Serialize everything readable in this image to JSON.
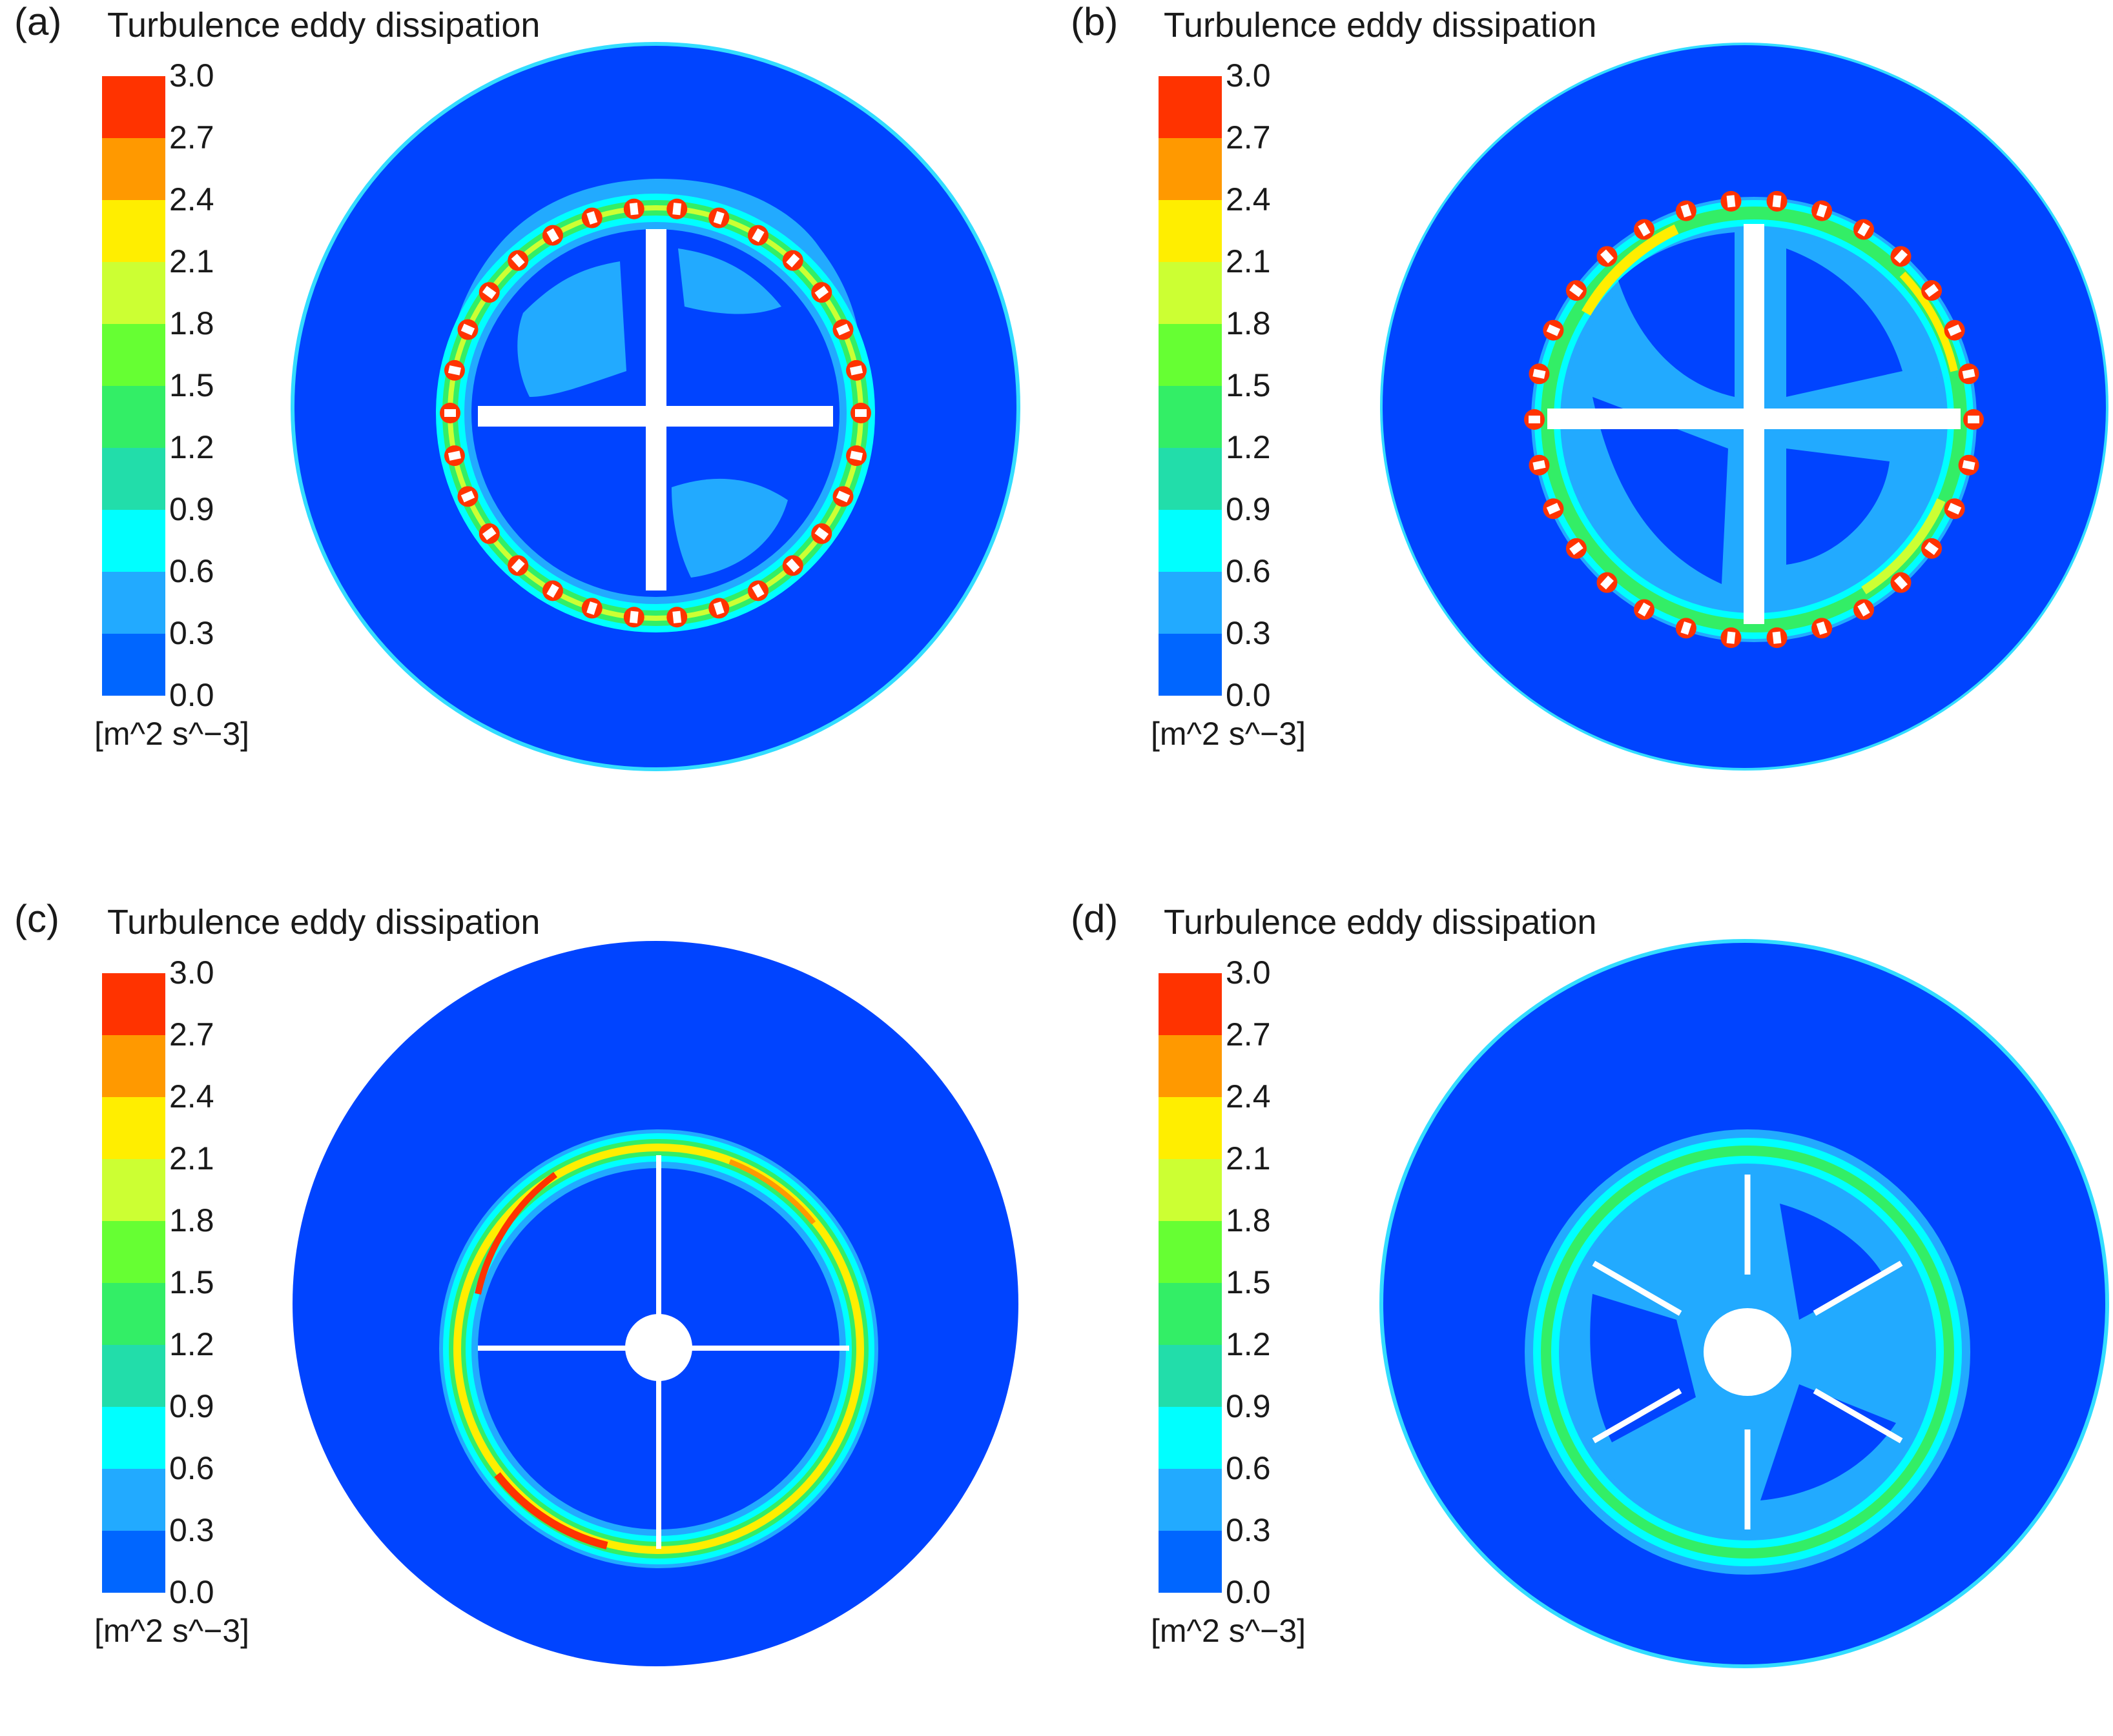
{
  "legend": {
    "title": "Turbulence eddy dissipation",
    "ticks": [
      "3.0",
      "2.7",
      "2.4",
      "2.1",
      "1.8",
      "1.5",
      "1.2",
      "0.9",
      "0.6",
      "0.3",
      "0.0"
    ],
    "units": "[m^2 s^−3]",
    "colors": [
      "#ff3300",
      "#ff9900",
      "#ffee00",
      "#ccff33",
      "#66ff33",
      "#33ee66",
      "#22ddaa",
      "#00ffff",
      "#22aaff",
      "#0066ff"
    ]
  },
  "panels": [
    {
      "label": "(a)",
      "impeller": "cross",
      "blade_count": 4,
      "baffle_count": 30,
      "hub": false
    },
    {
      "label": "(b)",
      "impeller": "cross",
      "blade_count": 4,
      "baffle_count": 30,
      "hub": false
    },
    {
      "label": "(c)",
      "impeller": "thin-cross",
      "blade_count": 4,
      "baffle_count": 0,
      "hub": true
    },
    {
      "label": "(d)",
      "impeller": "six-blade",
      "blade_count": 6,
      "baffle_count": 0,
      "hub": true
    }
  ],
  "colors": {
    "background_field": "#0044ff",
    "wall_edge": "#33ddff",
    "geometry": "#ffffff"
  }
}
